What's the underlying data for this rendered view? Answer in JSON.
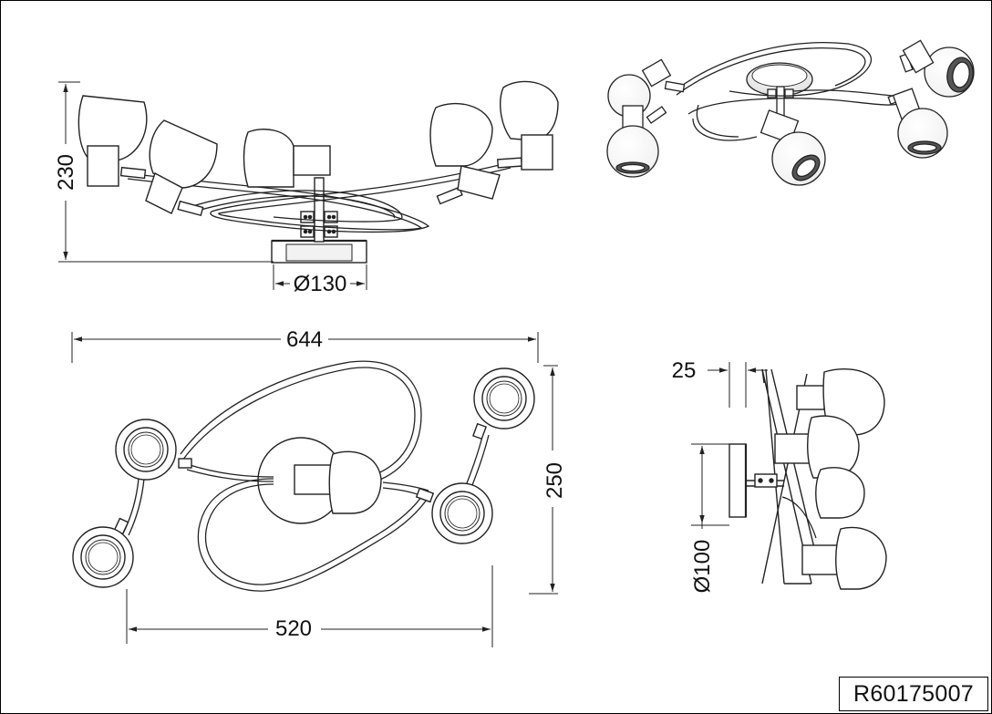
{
  "drawing": {
    "part_number": "R60175007",
    "dimensions": {
      "height": "230",
      "canopy_diameter": "Ø130",
      "overall_length": "644",
      "overall_width": "250",
      "shade_spacing": "520",
      "canopy_depth": "25",
      "shade_diameter": "Ø100"
    }
  }
}
